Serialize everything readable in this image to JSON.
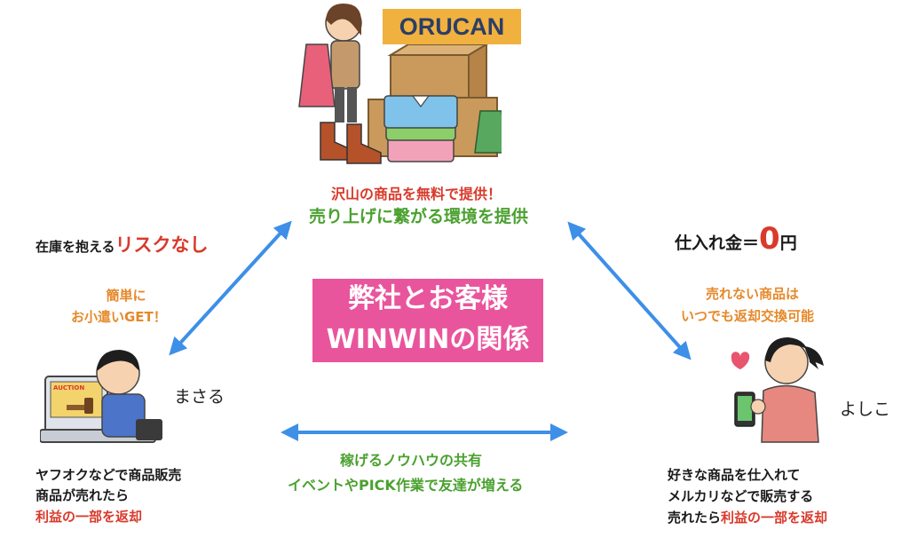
{
  "brand": {
    "logo": "ORUCAN"
  },
  "center": {
    "line1": "弊社とお客様",
    "line2": "WINWINの関係"
  },
  "top": {
    "caption1": "沢山の商品を無料で提供！",
    "caption2": "売り上げに繋がる環境を提供"
  },
  "left_side": {
    "risk_prefix": "在庫を抱える",
    "risk_highlight": "リスクなし",
    "benefit1": "簡単に",
    "benefit2": "お小遣いGET！",
    "name": "まさる",
    "desc1": "ヤフオクなどで商品販売",
    "desc2": "商品が売れたら",
    "desc3": "利益の一部を返却"
  },
  "right_side": {
    "cost_prefix": "仕入れ金＝",
    "cost_value": "0",
    "cost_suffix": "円",
    "benefit1": "売れない商品は",
    "benefit2": "いつでも返却交換可能",
    "name": "よしこ",
    "desc1": "好きな商品を仕入れて",
    "desc2": "メルカリなどで販売する",
    "desc3_prefix": "売れたら",
    "desc3_highlight": "利益の一部を返却"
  },
  "bottom": {
    "caption1": "稼げるノウハウの共有",
    "caption2": "イベントやPICK作業で友達が増える"
  },
  "illustration_text": {
    "auction_sign": "AUCTION"
  },
  "colors": {
    "red": "#d93a2b",
    "green": "#4aa12f",
    "orange": "#e5892a",
    "pink_box": "#e9559c",
    "logo_bg": "#f0b13f",
    "arrow": "#3d8fe8"
  }
}
